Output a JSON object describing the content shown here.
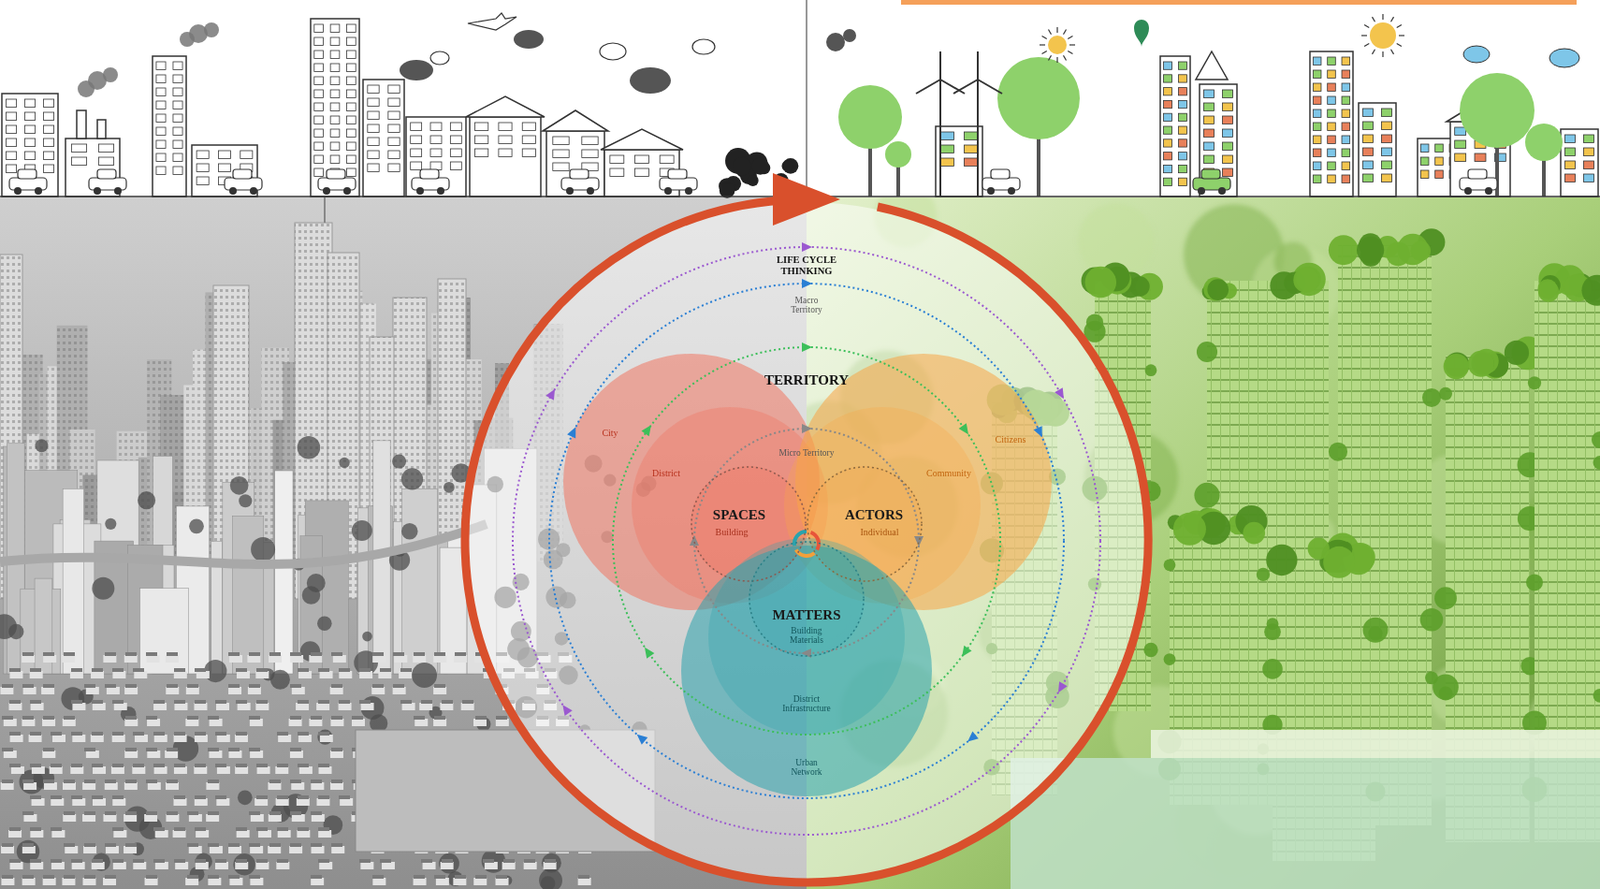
{
  "diagram": {
    "nodes": [
      {
        "text": [
          "SPACES",
          "Building"
        ]
      },
      {
        "text": [
          "ACTORS",
          "Individual"
        ]
      },
      {
        "text": [
          "MATTERS",
          "Building Materials"
        ]
      }
    ],
    "labels": [
      "LIFE CYCLE THINKING",
      "Macro Territory",
      "TERRITORY",
      "City",
      "District",
      "Micro Territory",
      "Citizens",
      "Community",
      "District Infrastructure",
      "Urban Network"
    ]
  }
}
